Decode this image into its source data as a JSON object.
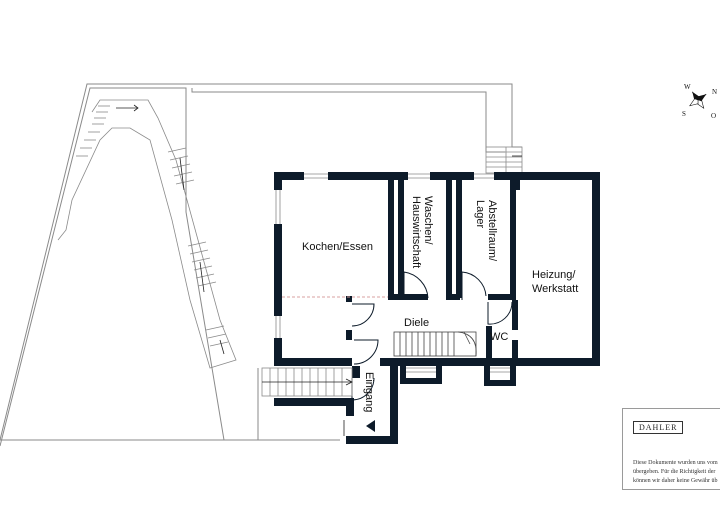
{
  "rooms": {
    "kitchen": "Kochen/Essen",
    "laundry_line1": "Waschen/",
    "laundry_line2": "Hauswirtschaft",
    "storage_line1": "Abstellraum/",
    "storage_line2": "Lager",
    "heating_line1": "Heizung/",
    "heating_line2": "Werkstatt",
    "hall": "Diele",
    "wc": "WC",
    "entrance": "Eingang"
  },
  "compass": {
    "n": "N",
    "o": "O",
    "s": "S",
    "w": "W"
  },
  "info_box": {
    "brand": "DAHLER",
    "disclaimer_lines": [
      "Diese Dokumente wurden uns vom",
      "übergeben. Für die Richtigkeit der",
      "können wir daher keine Gewähr üb"
    ]
  },
  "colors": {
    "wall": "#0d1b2a",
    "line": "#8a8a8a",
    "door": "#0d1b2a"
  }
}
